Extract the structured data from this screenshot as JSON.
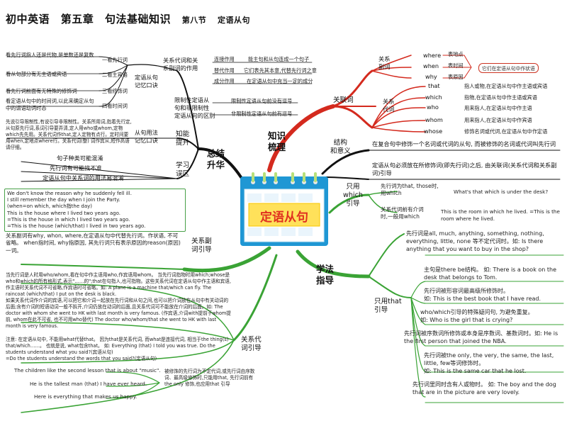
{
  "header": {
    "part1": "初中英语",
    "part2": "第五章",
    "part3": "句法基础知识",
    "part4": "第八节",
    "part5": "定语从句"
  },
  "center": {
    "title": "定语从句"
  },
  "branches": {
    "knowledge": "知识\n梳理",
    "summary": "总结\n升华",
    "method": "学法\n指导",
    "relative_word": "关联词",
    "structure": "结构\n和意义",
    "only_which": "只用\nwhich\n引导",
    "only_that": "只用that\n引导",
    "adverb_guide": "关系副\n词引导",
    "pronoun_guide": "关系代\n词引导",
    "knowledge_up": "知能\n提升",
    "mistake": "学习\n误区"
  },
  "right_top": {
    "adverbs_label": "关系\n副词",
    "where": "where",
    "when": "when",
    "why": "why",
    "where_note": "表地点",
    "when_note": "表时间",
    "why_note": "表原因",
    "adverb_role": "它们在定语从句中作状语",
    "pronouns_label": "关系\n代词",
    "that": "that",
    "that_note": "指人或物,在定语从句中作主语或宾语",
    "which": "which",
    "which_note": "指物,在定语从句中作主语或宾语",
    "who": "who",
    "who_note": "用来指人,在定语从句中作主语",
    "whom": "whom",
    "whom_note": "用来指人,在定语从句中作宾语",
    "whose": "whose",
    "whose_note": "修饰名词或代词,在定语从句中作定语"
  },
  "structure_text": {
    "s1": "在复合句中修饰一个名词或代词的从句, 而被修饰的名词或代词叫先行词",
    "s2": "定语从句必须放在所修饰词(即先行词)之后, 由关联词(关系代词和关系副词)引导"
  },
  "which_only": {
    "w1": "先行词为that, those时,\n用which",
    "w1_ex": "What's that which is under the desk?",
    "w2": "关系代词前有介词\n时,一般用which",
    "w2_ex": "This is the room in which he lived. =This is the room where he lived."
  },
  "that_only": {
    "t1": "先行词是all, much, anything, something, nothing, everything, little, none 等不定代词时。如: Is there anything that you want to buy in the shop?",
    "t2": "主句是there be结构。 如: There is a book on the desk that belongs to Tom.",
    "t3": "先行词被形容词最高级所修饰时。\n如: This is the best book that I have read.",
    "t4": "who/which引导的特殊疑问句, 为避免重复。\n如: Who is the girl that is crying?",
    "t5": "先行词被序数词所修饰或本身是序数词、基数词时。如: He is the first person that joined the NBA.",
    "t6": "先行词被the only, the very, the same, the last, little, few等词修饰时。\n如: This is the same car that he lost.",
    "t7": "先行词里同时含有人或物时。 如: The boy and the dog that are in the picture are very lovely."
  },
  "left_top": {
    "k1": "看先行词指人还是代物,是单数还是复数",
    "k1_tag": "一看先行词",
    "k2": "看从句部分有无主语或宾语",
    "k2_tag": "二看主宾语",
    "k3": "看先行词前面有无特殊的修饰词",
    "k3_tag": "三看修饰词",
    "k4": "看定语从句中的时间词,以此来确定从句中的谓语动词时态",
    "k4_tag": "四看时间词",
    "mnemonic": "定语从句\n记忆口诀",
    "pron_adv": "关系代词和关\n系副词的作用",
    "pa1": "连接作用",
    "pa1_n": "能主句和从句连成一个句子",
    "pa2": "替代作用",
    "pa2_n": "它们表先其本意,代替先行词之意",
    "pa3": "成分作用",
    "pa3_n": "在定语从句中充当一定的成分",
    "restrict": "限制性定语从\n句和非限制性\n定语从句的区别",
    "r1": "限制性定语从句前没有逗号",
    "r2": "非限制性定语从句前有逗号",
    "usage_mnemonic": "从句用法\n记忆口诀",
    "usage_text": "先说引导限制性,有说引导非限制性。关系所用词,指着先行定,从句原先行词,系词引导要弄清,定人用who或whom,定物which先先用。关系代词作that,定人定物有点行。定时间要用when,定地点where行。关系代词(整) 词作宾从,短作高语请仔细。",
    "m1": "句子种类可能混淆",
    "m2": "先行词有可能找不准",
    "m3": "定语从句中关系词的用法易混淆"
  },
  "examples_box": "We don't know the reason why he suddenly fell ill.\nI still remember the day when I join the Party.\n(when=on which, which指the day)\nThis is the house where I lived two years ago.\n=This is the house in which I lived two years ago.\n=This is the house (which/that) I lived in two years ago.",
  "adverb_text": "关系副词有why, whon, where,在定语从句中代替先行词。作状语, 不可省略。 when指时间, why指原因, 其先行词只有表示原因的reason(原因)一词。",
  "pronoun_text": {
    "p1": "当先行词是人时用who/whom,看在句中作主语用who,作宾语用whom。 当先行词指物时用which;whose是who和which的所有格形式,表示\"……的\";that在句指人,也可指物。这些关系代词在定语从句中作主语和宾语,作主语时关系代词不可省略,作宾语时可省略。如: A plane is a machine that/which can fly. The raincoat (which/that) I put on the desk is black.",
    "p2": "如果关系代词作介词的宾语,可以把它和介词一起放在先行词和从句之间,也可以把介词放在从句中有关动词的后面;含有介词的短语动词一般不拆开,介词仍放在动词的后面,且关系代词可不能放在介词的后面。如: The doctor with whom she went to HK with last month is very famous. (作宾语,介词with提前于whom提前, whom在此不可省, 也不可用who替代)  The doctor who/whom/that she went to HK with last month is very famous.",
    "p3": "注意: 在定语从句中, 不能用what代替that。 因为that是关系代词, 而what是连接代词, 相当于the thing(s) that/which……。 也就是说, what包含that。 如: Everything (that) I told you was true. Do the students understand what you said?(宾语从句)\n=Do the students understand the words that you said?(定语从句)"
  },
  "bottom_left": {
    "b1": "The children like the second lesson that is about \"music\".",
    "b2": "He is the tallest man (that) I have ever heard.",
    "b3": "Here is everything that makes us happy.",
    "b_note": "被修饰的先行词为不定代词,或先行词由序数词、最高级修饰时,只能用that, 先行词前有the only 修饰,也应用that 引导"
  },
  "colors": {
    "red": "#d42a1e",
    "green": "#3aa335",
    "center_blue": "#1f97d4",
    "title_red": "#e03020"
  }
}
